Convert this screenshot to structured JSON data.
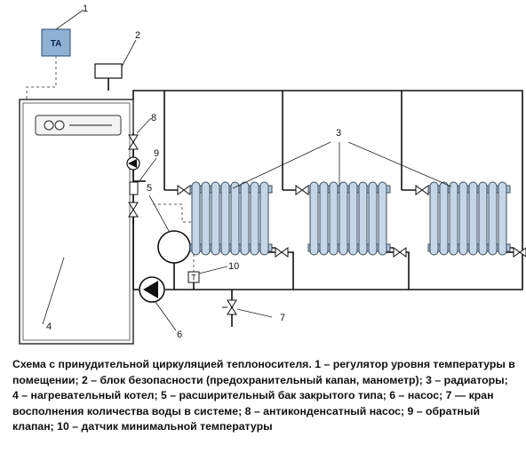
{
  "labels": {
    "n1": "1",
    "n2": "2",
    "n3": "3",
    "n4": "4",
    "n5": "5",
    "n6": "6",
    "n7": "7",
    "n8": "8",
    "n9": "9",
    "n10": "10",
    "ta": "TA",
    "sensor": "T"
  },
  "caption": "Схема с принудительной циркуляцией теплоносителя. 1 – регулятор уровня температуры в помещении; 2 – блок безопасности (предохранительный капан, манометр); 3 – радиаторы; 4 – нагревательный котел; 5 – расширительный бак закрытого типа; 6 – насос; 7 — кран восполнения количества воды в системе; 8 – антиконденсатный насос; 9 – обратный клапан; 10 – датчик минимальной температуры",
  "colors": {
    "ta_box": "#8fb2d4",
    "radiator": "#c6d6e6",
    "pipe": "#111111"
  }
}
